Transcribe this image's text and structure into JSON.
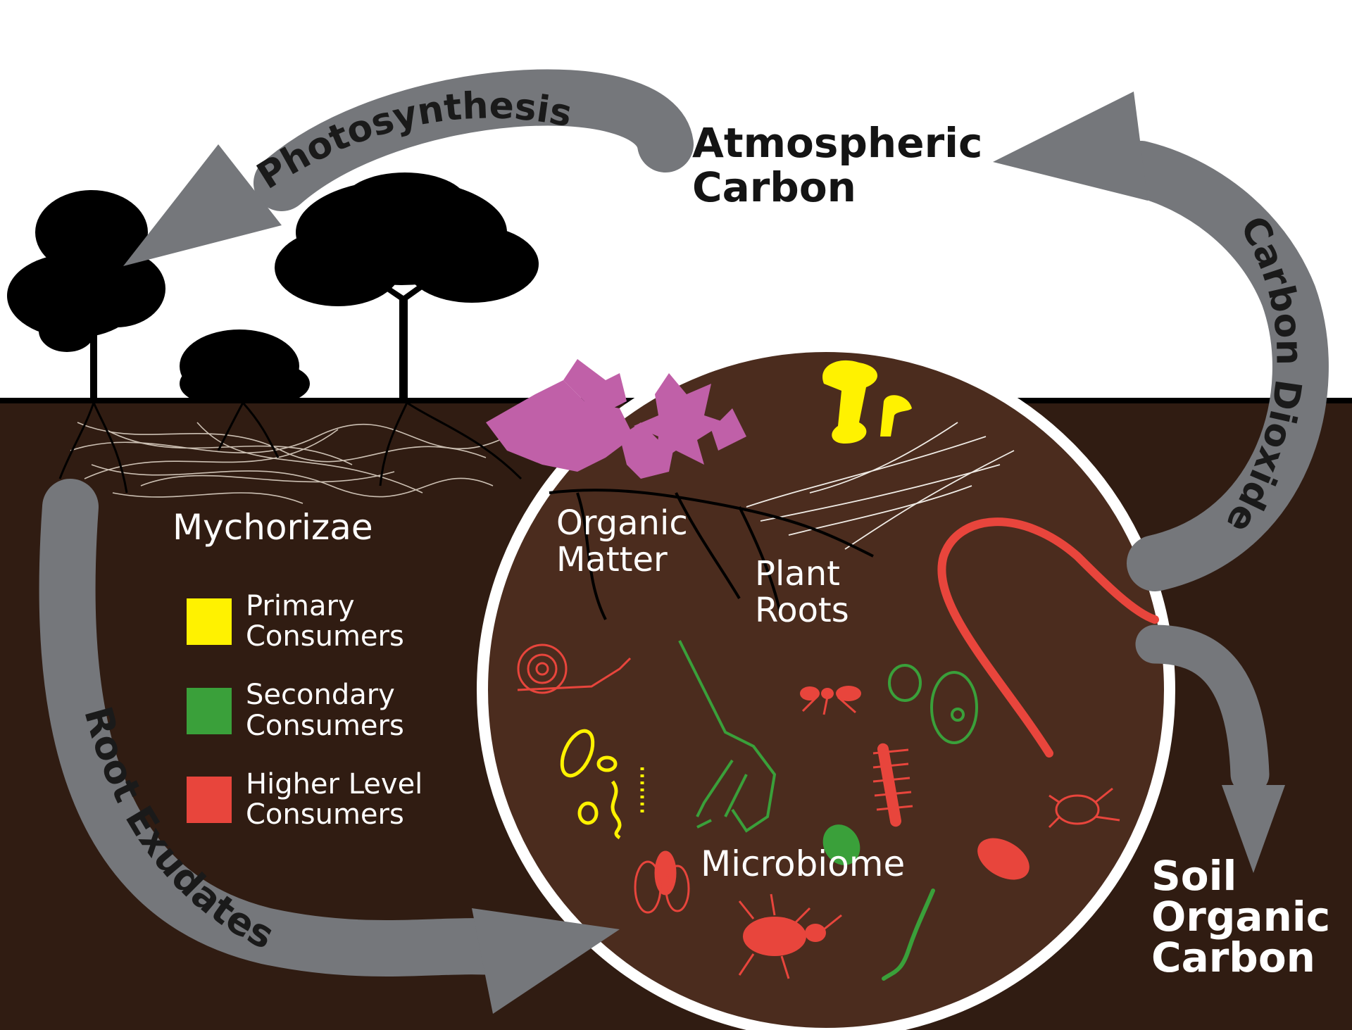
{
  "title_nodes": {
    "atmospheric_carbon": [
      "Atmospheric",
      "Carbon"
    ],
    "soil_organic_carbon": [
      "Soil",
      "Organic",
      "Carbon"
    ]
  },
  "flows": {
    "photosynthesis": "Photosynthesis",
    "carbon_dioxide": "Carbon Dioxide",
    "root_exudates": "Root Exudates"
  },
  "labels": {
    "mychorizae": "Mychorizae",
    "organic_matter": [
      "Organic",
      "Matter"
    ],
    "plant_roots": [
      "Plant",
      "Roots"
    ],
    "microbiome": "Microbiome"
  },
  "legend": [
    {
      "color": "#fff200",
      "line1": "Primary",
      "line2": "Consumers"
    },
    {
      "color": "#3aa03a",
      "line1": "Secondary",
      "line2": "Consumers"
    },
    {
      "color": "#e8453c",
      "line1": "Higher Level",
      "line2": "Consumers"
    }
  ],
  "colors": {
    "soil": "#301c12",
    "microbiome_fill": "#4b2c1e",
    "arrow": "#75777b",
    "leaf": "#c060a8",
    "sky": "#ffffff"
  },
  "organisms": [
    {
      "name": "fungus",
      "level": "primary"
    },
    {
      "name": "bacteria",
      "level": "primary"
    },
    {
      "name": "snail",
      "level": "higher"
    },
    {
      "name": "nematode-worm",
      "level": "higher"
    },
    {
      "name": "ant",
      "level": "higher"
    },
    {
      "name": "protozoa",
      "level": "secondary"
    },
    {
      "name": "springtail",
      "level": "secondary"
    },
    {
      "name": "centipede",
      "level": "higher"
    },
    {
      "name": "mite",
      "level": "secondary"
    },
    {
      "name": "fly",
      "level": "higher"
    },
    {
      "name": "beetle",
      "level": "higher"
    },
    {
      "name": "spider-mite",
      "level": "higher"
    },
    {
      "name": "woodlouse",
      "level": "higher"
    },
    {
      "name": "earthworm",
      "level": "secondary"
    }
  ]
}
